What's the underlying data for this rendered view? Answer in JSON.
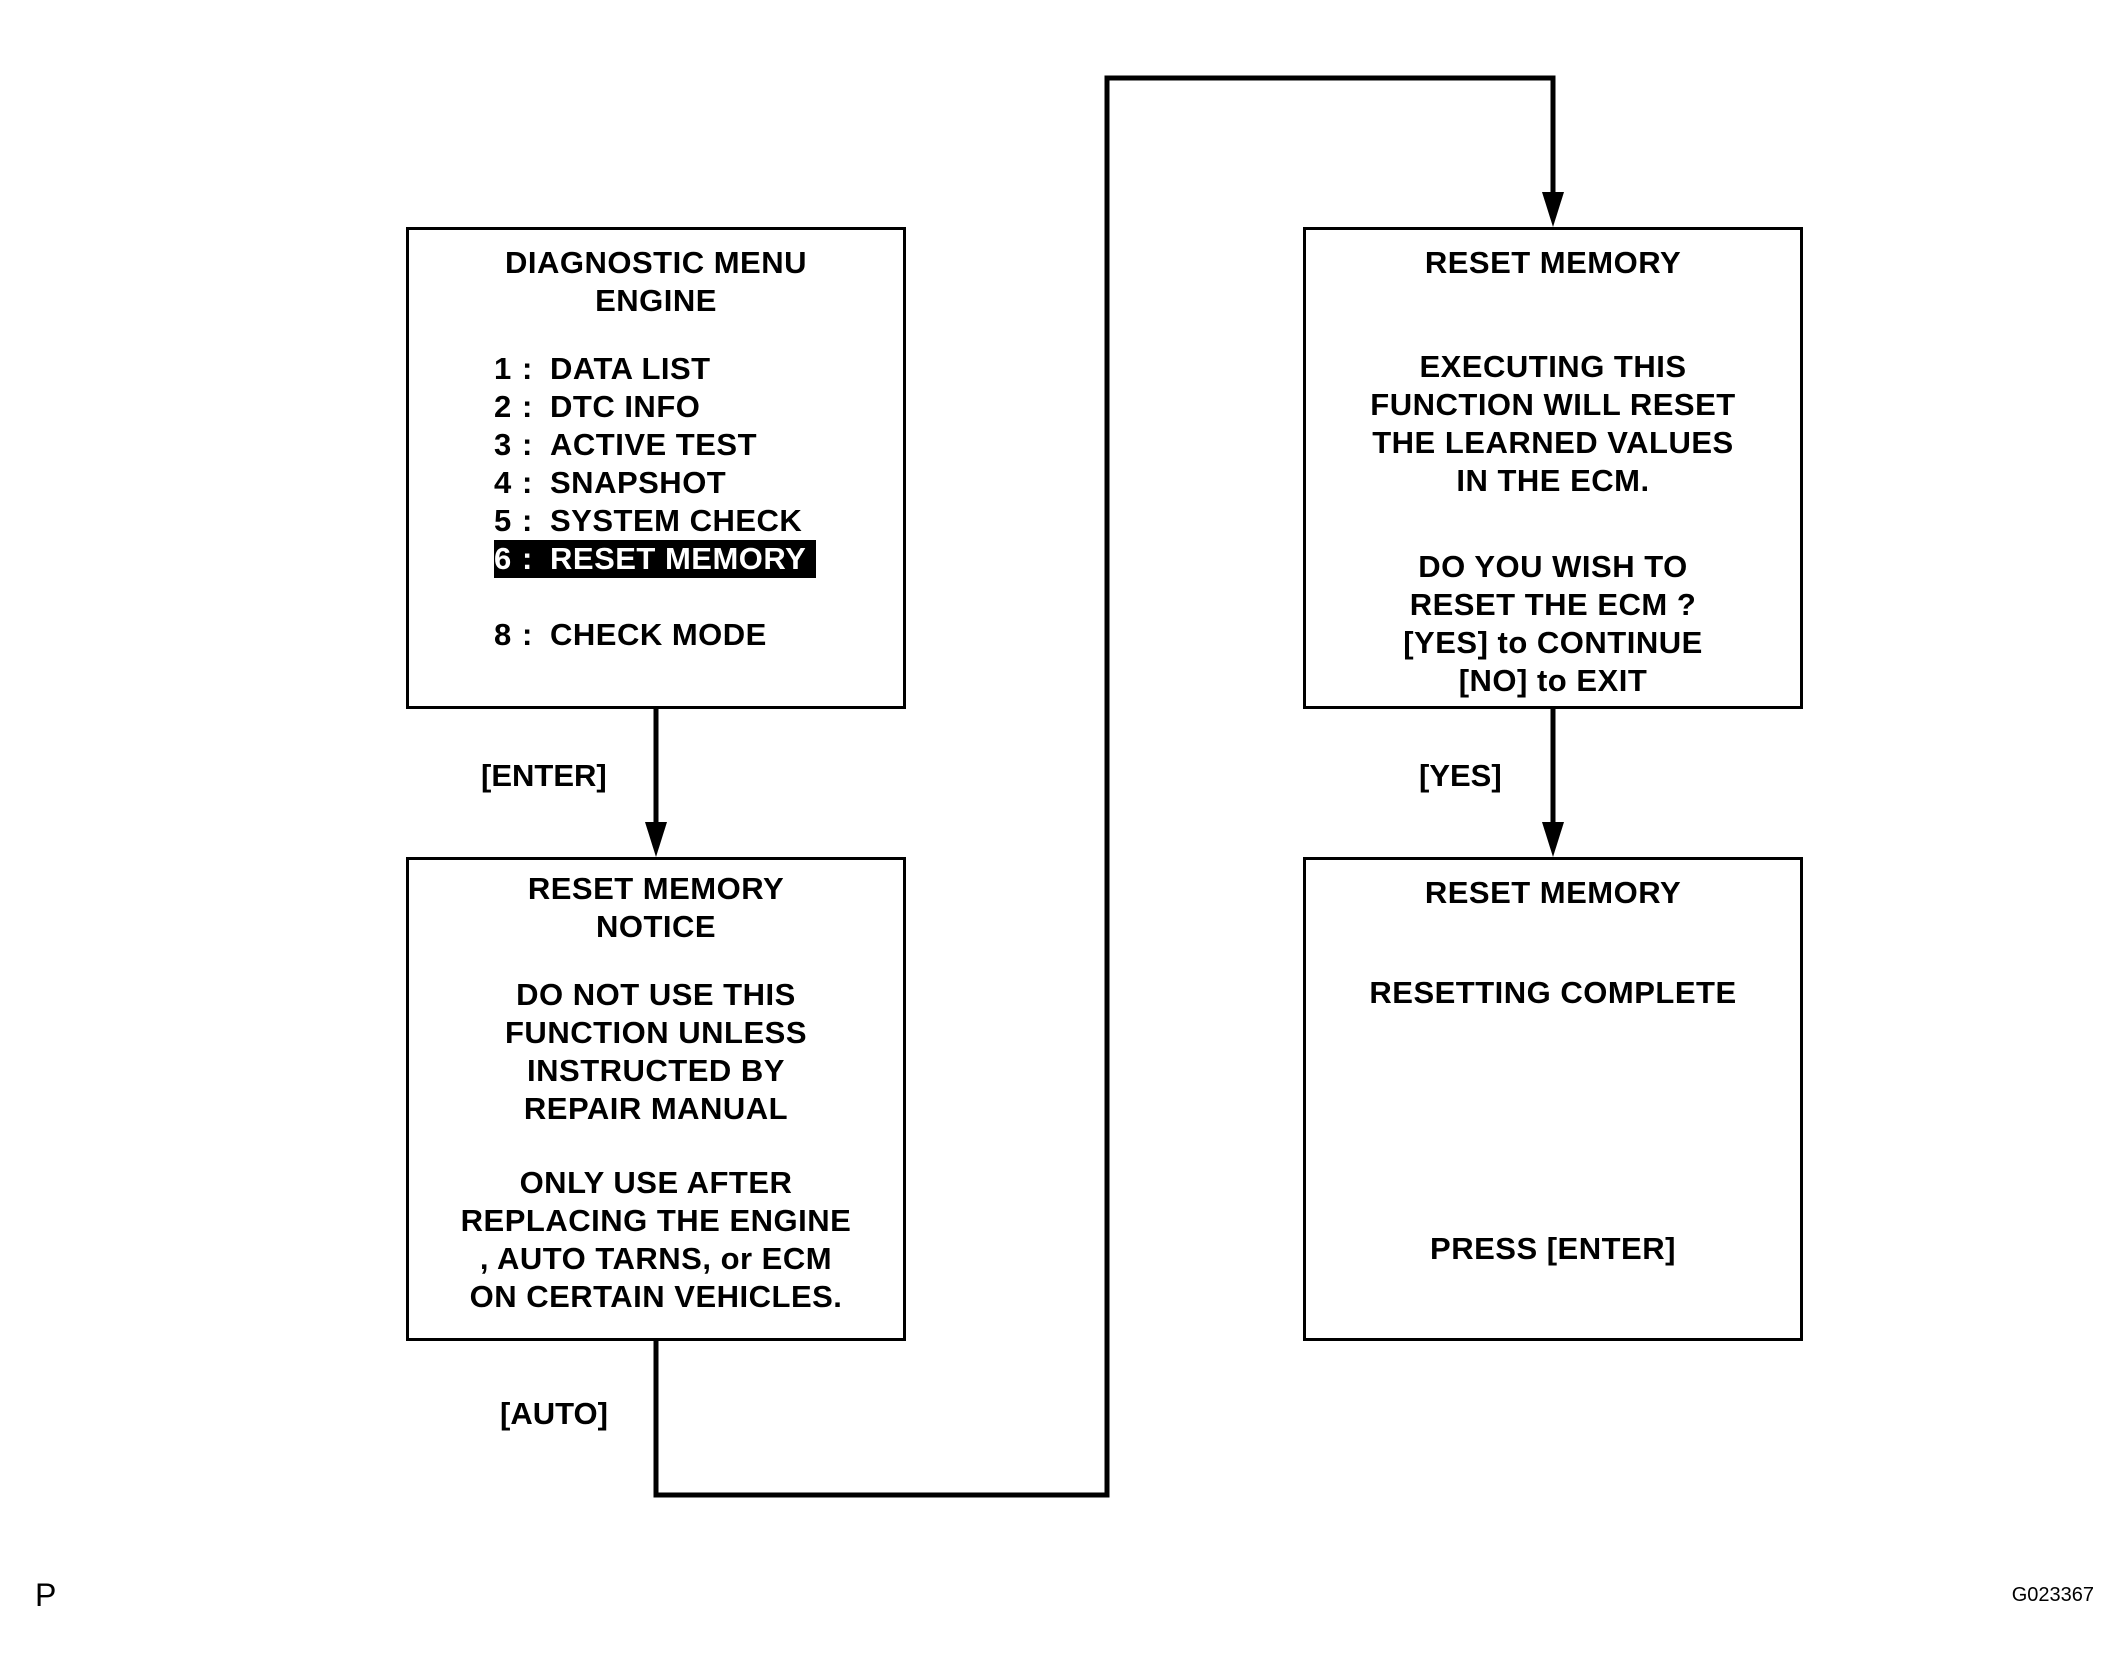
{
  "menu_screen": {
    "title_line1": "DIAGNOSTIC MENU",
    "title_line2": "ENGINE",
    "items": [
      {
        "num": "1",
        "label": "DATA LIST"
      },
      {
        "num": "2",
        "label": "DTC INFO"
      },
      {
        "num": "3",
        "label": "ACTIVE TEST"
      },
      {
        "num": "4",
        "label": "SNAPSHOT"
      },
      {
        "num": "5",
        "label": "SYSTEM CHECK"
      },
      {
        "num": "6",
        "label": "RESET MEMORY",
        "selected": true
      },
      {
        "num": "8",
        "label": "CHECK MODE"
      }
    ]
  },
  "notice_screen": {
    "title_line1": "RESET MEMORY",
    "title_line2": "NOTICE",
    "warning_lines": [
      "DO NOT USE THIS",
      "FUNCTION UNLESS",
      "INSTRUCTED BY",
      "REPAIR MANUAL"
    ],
    "usage_lines": [
      "ONLY USE AFTER",
      "REPLACING THE ENGINE",
      ", AUTO TARNS, or ECM",
      "ON CERTAIN VEHICLES."
    ]
  },
  "confirm_screen": {
    "title": "RESET MEMORY",
    "message_lines": [
      "EXECUTING THIS",
      "FUNCTION WILL RESET",
      "THE LEARNED VALUES",
      "IN THE ECM."
    ],
    "prompt_lines": [
      "DO YOU WISH TO",
      "RESET THE ECM ?",
      "[YES] to CONTINUE",
      "[NO] to EXIT"
    ]
  },
  "complete_screen": {
    "title": "RESET MEMORY",
    "status": "RESETTING COMPLETE",
    "footer": "PRESS [ENTER]"
  },
  "transitions": {
    "enter": "[ENTER]",
    "yes": "[YES]",
    "auto": "[AUTO]"
  },
  "corner_letter": "P",
  "figure_code": "G023367"
}
